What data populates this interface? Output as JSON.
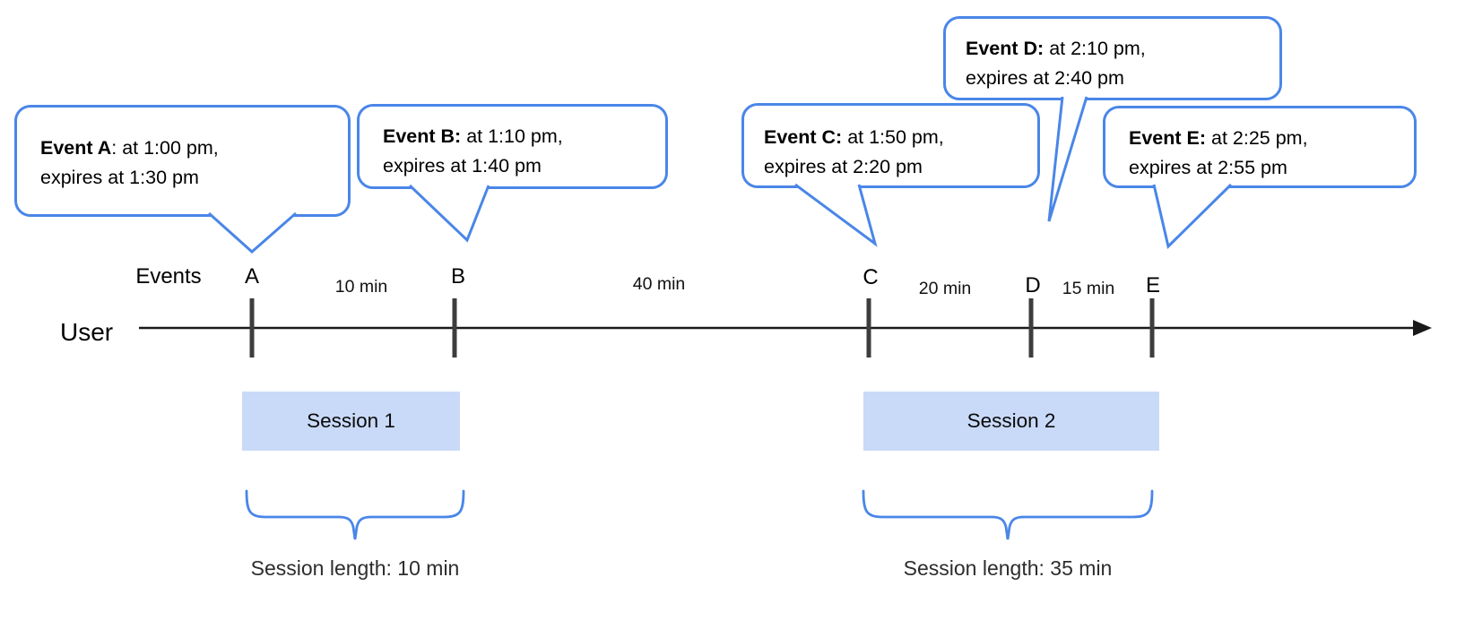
{
  "diagram": {
    "user_label": "User",
    "events_label": "Events",
    "events": [
      {
        "letter": "A",
        "time": "1:00 pm",
        "expires": "1:30 pm"
      },
      {
        "letter": "B",
        "time": "1:10 pm",
        "expires": "1:40 pm"
      },
      {
        "letter": "C",
        "time": "1:50 pm",
        "expires": "2:20 pm"
      },
      {
        "letter": "D",
        "time": "2:10 pm",
        "expires": "2:40 pm"
      },
      {
        "letter": "E",
        "time": "2:25 pm",
        "expires": "2:55 pm"
      }
    ],
    "intervals": [
      "10 min",
      "40 min",
      "20 min",
      "15 min"
    ],
    "bubbles": [
      {
        "title": "Event A",
        "line1_rest": ": at 1:00 pm,",
        "line2": "expires at 1:30 pm"
      },
      {
        "title": "Event B:",
        "line1_rest": " at 1:10 pm,",
        "line2": "expires at 1:40 pm"
      },
      {
        "title": "Event C:",
        "line1_rest": " at 1:50 pm,",
        "line2": "expires at 2:20 pm"
      },
      {
        "title": "Event D:",
        "line1_rest": " at 2:10 pm,",
        "line2": "expires at 2:40 pm"
      },
      {
        "title": "Event E:",
        "line1_rest": " at 2:25 pm,",
        "line2": "expires at 2:55 pm"
      }
    ],
    "sessions": [
      {
        "label": "Session 1",
        "length_label": "Session length: 10 min"
      },
      {
        "label": "Session 2",
        "length_label": "Session length: 35 min"
      }
    ],
    "colors": {
      "accent_blue": "#4a86e8",
      "session_fill": "#c9daf8",
      "tick_gray": "#3d3d3d",
      "line_black": "#1a1a1a",
      "text": "#000000"
    }
  }
}
